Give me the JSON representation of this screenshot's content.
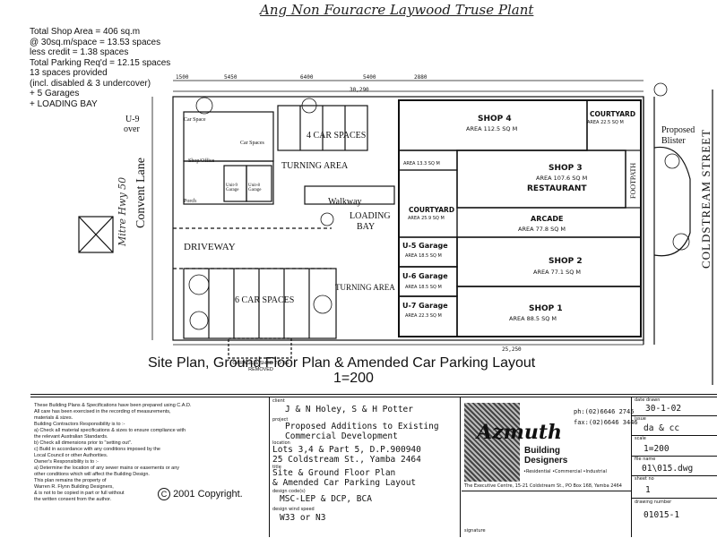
{
  "header": {
    "handwritten": "Ang Non Fouracre Laywood Truse Plant"
  },
  "calc_notes": {
    "lines": [
      "Total Shop Area = 406 sq.m",
      "@ 30sq.m/space = 13.53 spaces",
      "less credit    = 1.38 spaces",
      "Total Parking Req'd = 12.15 spaces",
      "13 spaces provided",
      "(incl. disabled & 3 undercover)",
      "+ 5 Garages",
      "+ LOADING BAY"
    ]
  },
  "plan": {
    "dims_top": [
      "1500",
      "5450",
      "6400",
      "5400",
      "2880"
    ],
    "total_width": "30,290",
    "bottom_width": "25,250",
    "shops": [
      {
        "name": "SHOP 4",
        "area": "AREA 112.5 SQ M"
      },
      {
        "name": "SHOP 3",
        "area": "AREA 107.6 SQ M",
        "sub": "RESTAURANT"
      },
      {
        "name": "SHOP 2",
        "area": "AREA 77.1 SQ M"
      },
      {
        "name": "SHOP 1",
        "area": "AREA 88.5 SQ M"
      }
    ],
    "courtyard1": {
      "name": "COURTYARD",
      "area": "AREA 22.5 SQ M"
    },
    "courtyard2": {
      "name": "COURTYARD",
      "area": "AREA 25.9 SQ M"
    },
    "area_small": "AREA 13.3 SQ M",
    "arcade": {
      "name": "ARCADE",
      "area": "AREA 77.8 SQ M"
    },
    "garages": [
      {
        "name": "U-5 Garage",
        "area": "AREA 18.5 SQ M"
      },
      {
        "name": "U-6 Garage",
        "area": "AREA 18.5 SQ M"
      },
      {
        "name": "U-7 Garage",
        "area": "AREA 22.3 SQ M"
      }
    ],
    "labels": {
      "u9": "U-9",
      "u9_sub": "over",
      "four_car": "4 CAR SPACES",
      "turning1": "TURNING AREA",
      "walkway": "Walkway",
      "loading": "LOADING",
      "bay": "BAY",
      "driveway": "DRIVEWAY",
      "six_car": "6 CAR SPACES",
      "turning2": "TURNING AREA",
      "footpath": "FOOTPATH",
      "proposed": "Proposed",
      "blister": "Blister",
      "street": "COLDSTREAM STREET",
      "lane": "Convent Lane",
      "lane_hand": "Mitre Hwy 50",
      "garage_removed": "GARAGE & SHED TO BE REMOVED",
      "car_space": "Car Space",
      "car_space2": "Car Spaces",
      "shop_office": "Shop/Office",
      "unit9": "Unit-9 Garage",
      "unit8": "Unit-8 Garage",
      "porch": "Porch"
    }
  },
  "title": {
    "main": "Site Plan, Ground Floor Plan & Amended Car Parking Layout",
    "scale": "1=200"
  },
  "title_block": {
    "disclaimer": [
      "These Building Plans & Specifications have been prepared using C.A.D.",
      "All care has been exercised in the recording of measurements,",
      "materials & sizes.",
      "Building Contractors Responsibility is to :-",
      "a) Check all material specifications & sizes to ensure compliance with",
      "   the relevant Australian Standards.",
      "b) Check all dimensions prior to \"setting out\".",
      "c) Build in accordance with any conditions imposed by the",
      "   Local Council or other Authorities.",
      "Owner's Responsibility is to :-",
      "a) Determine the location of any sewer mains or easements or any",
      "   other conditions which will affect the Building Design.",
      "This plan remains the property of",
      "Warren R. Flynn Building Designers,",
      "& is not to be copied in part or full without",
      "the written consent from the author."
    ],
    "copyright": "2001 Copyright.",
    "client_label": "client",
    "client": "J & N Holey, S & H Potter",
    "project_label": "project",
    "project": "Proposed Additions to Existing Commercial Development",
    "location_label": "location",
    "location1": "Lots 3,4 & Part 5, D.P.900940",
    "location2": "25 Coldstream St., Yamba 2464",
    "title_label": "title",
    "title1": "Site & Ground Floor Plan",
    "title2": "& Amended Car Parking Layout",
    "design_codes_label": "design code(s)",
    "design_codes": "MSC-LEP & DCP, BCA",
    "wind_label": "design wind speed",
    "wind": "W33 or N3",
    "firm_name": "Azmuth",
    "firm_sub": "Building Designers",
    "firm_types": "•Residential •Commercial •Industrial",
    "phone": "ph:(02)6646 2745",
    "fax": "fax:(02)6646 3446",
    "address": "The Executive Centre, 15-21 Coldstream St., PO Box 168, Yamba 2464",
    "signature_label": "signature",
    "date_drawn_label": "date drawn",
    "date_drawn": "30-1-02",
    "issue_label": "issue",
    "issue": "da & cc",
    "scale_label": "scale",
    "scale": "1=200",
    "file_label": "file name",
    "file": "01\\015.dwg",
    "sheet_label": "sheet no",
    "sheet": "1",
    "drawing_label": "drawing number",
    "drawing": "01015-1"
  }
}
